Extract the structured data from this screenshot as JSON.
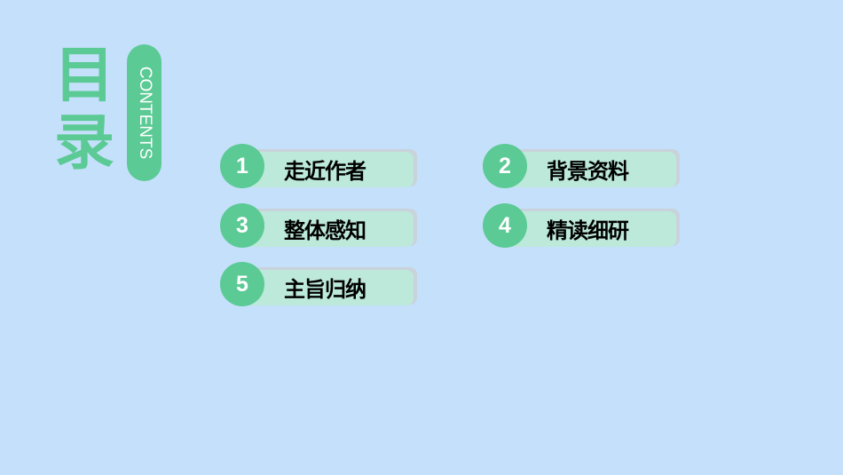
{
  "title": {
    "chars": [
      "目",
      "录"
    ],
    "subtitle": "CONTENTS"
  },
  "colors": {
    "background": "#c5e0fb",
    "accent": "#5bca95",
    "bar": "#bce9d9"
  },
  "items": [
    {
      "number": "1",
      "label": "走近作者"
    },
    {
      "number": "2",
      "label": "背景资料"
    },
    {
      "number": "3",
      "label": "整体感知"
    },
    {
      "number": "4",
      "label": "精读细研"
    },
    {
      "number": "5",
      "label": "主旨归纳"
    }
  ]
}
